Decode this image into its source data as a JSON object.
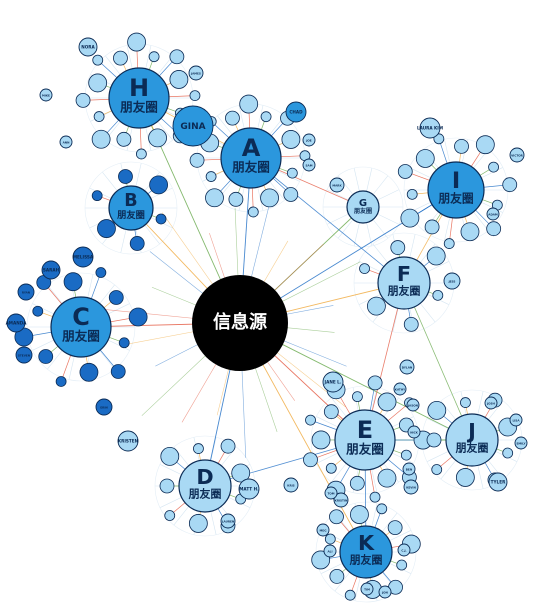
{
  "source": {
    "label": "信息源"
  },
  "hub_sub": "朋友圈",
  "hubs": [
    {
      "id": "H",
      "letter": "H",
      "sub": "朋友圈"
    },
    {
      "id": "A",
      "letter": "A",
      "sub": "朋友圈"
    },
    {
      "id": "B",
      "letter": "B",
      "sub": "朋友圈"
    },
    {
      "id": "C",
      "letter": "C",
      "sub": "朋友圈"
    },
    {
      "id": "G",
      "letter": "G",
      "sub": "朋友圈"
    },
    {
      "id": "I",
      "letter": "I",
      "sub": "朋友圈"
    },
    {
      "id": "F",
      "letter": "F",
      "sub": "朋友圈"
    },
    {
      "id": "E",
      "letter": "E",
      "sub": "朋友圈"
    },
    {
      "id": "J",
      "letter": "J",
      "sub": "朋友圈"
    },
    {
      "id": "D",
      "letter": "D",
      "sub": "朋友圈"
    },
    {
      "id": "K",
      "letter": "K",
      "sub": "朋友圈"
    }
  ],
  "named_nodes": [
    {
      "id": "gina",
      "text": "GINA"
    },
    {
      "id": "kristen",
      "text": "KRISTEN"
    },
    {
      "id": "jane",
      "text": "JANE L."
    },
    {
      "id": "matt",
      "text": "MATT H."
    },
    {
      "id": "laura",
      "text": "LAURA KIM"
    },
    {
      "id": "kris",
      "text": "KRIS"
    },
    {
      "id": "jess",
      "text": "JESS"
    },
    {
      "id": "dylan",
      "text": "DYLAN"
    },
    {
      "id": "erin",
      "text": "ERIN"
    },
    {
      "id": "victor",
      "text": "VICTOR"
    },
    {
      "id": "mark",
      "text": "MARK"
    },
    {
      "id": "tyler",
      "text": "TYLER"
    },
    {
      "id": "chad",
      "text": "CHAD"
    },
    {
      "id": "lauren",
      "text": "LAUREN"
    },
    {
      "id": "kristin",
      "text": "KRISTIN"
    },
    {
      "id": "kevin",
      "text": "KEVIN"
    },
    {
      "id": "amanda",
      "text": "AMANDA"
    },
    {
      "id": "steven",
      "text": "STEVEN"
    },
    {
      "id": "melissa",
      "text": "MELISSA"
    },
    {
      "id": "sarah",
      "text": "SARAH"
    },
    {
      "id": "ryan",
      "text": "RYAN"
    },
    {
      "id": "nora",
      "text": "NORA"
    },
    {
      "id": "james",
      "text": "JAMES"
    },
    {
      "id": "mike",
      "text": "MIKE"
    },
    {
      "id": "ann",
      "text": "ANN"
    },
    {
      "id": "joe",
      "text": "JOE"
    },
    {
      "id": "sam",
      "text": "SAM"
    },
    {
      "id": "adam",
      "text": "ADAM"
    },
    {
      "id": "kathy",
      "text": "KATHY"
    },
    {
      "id": "jason",
      "text": "JASON"
    },
    {
      "id": "emily",
      "text": "EMILY"
    },
    {
      "id": "lisa",
      "text": "LISA"
    },
    {
      "id": "josh",
      "text": "JOSH"
    },
    {
      "id": "nick",
      "text": "NICK"
    },
    {
      "id": "ben",
      "text": "BEN"
    },
    {
      "id": "tom",
      "text": "TOM"
    },
    {
      "id": "cj",
      "text": "C.J."
    },
    {
      "id": "ali",
      "text": "ALI"
    },
    {
      "id": "meg",
      "text": "MEG"
    },
    {
      "id": "tim",
      "text": "TIM"
    },
    {
      "id": "jon",
      "text": "JON"
    }
  ],
  "colors": {
    "dark": "#1a6bc4",
    "mid": "#2b97dd",
    "light": "#a9d9f4",
    "source": "#000000",
    "line_a": "#1a6bc4",
    "line_b": "#e3543c",
    "line_c": "#f0a83a",
    "line_d": "#66a84a"
  }
}
